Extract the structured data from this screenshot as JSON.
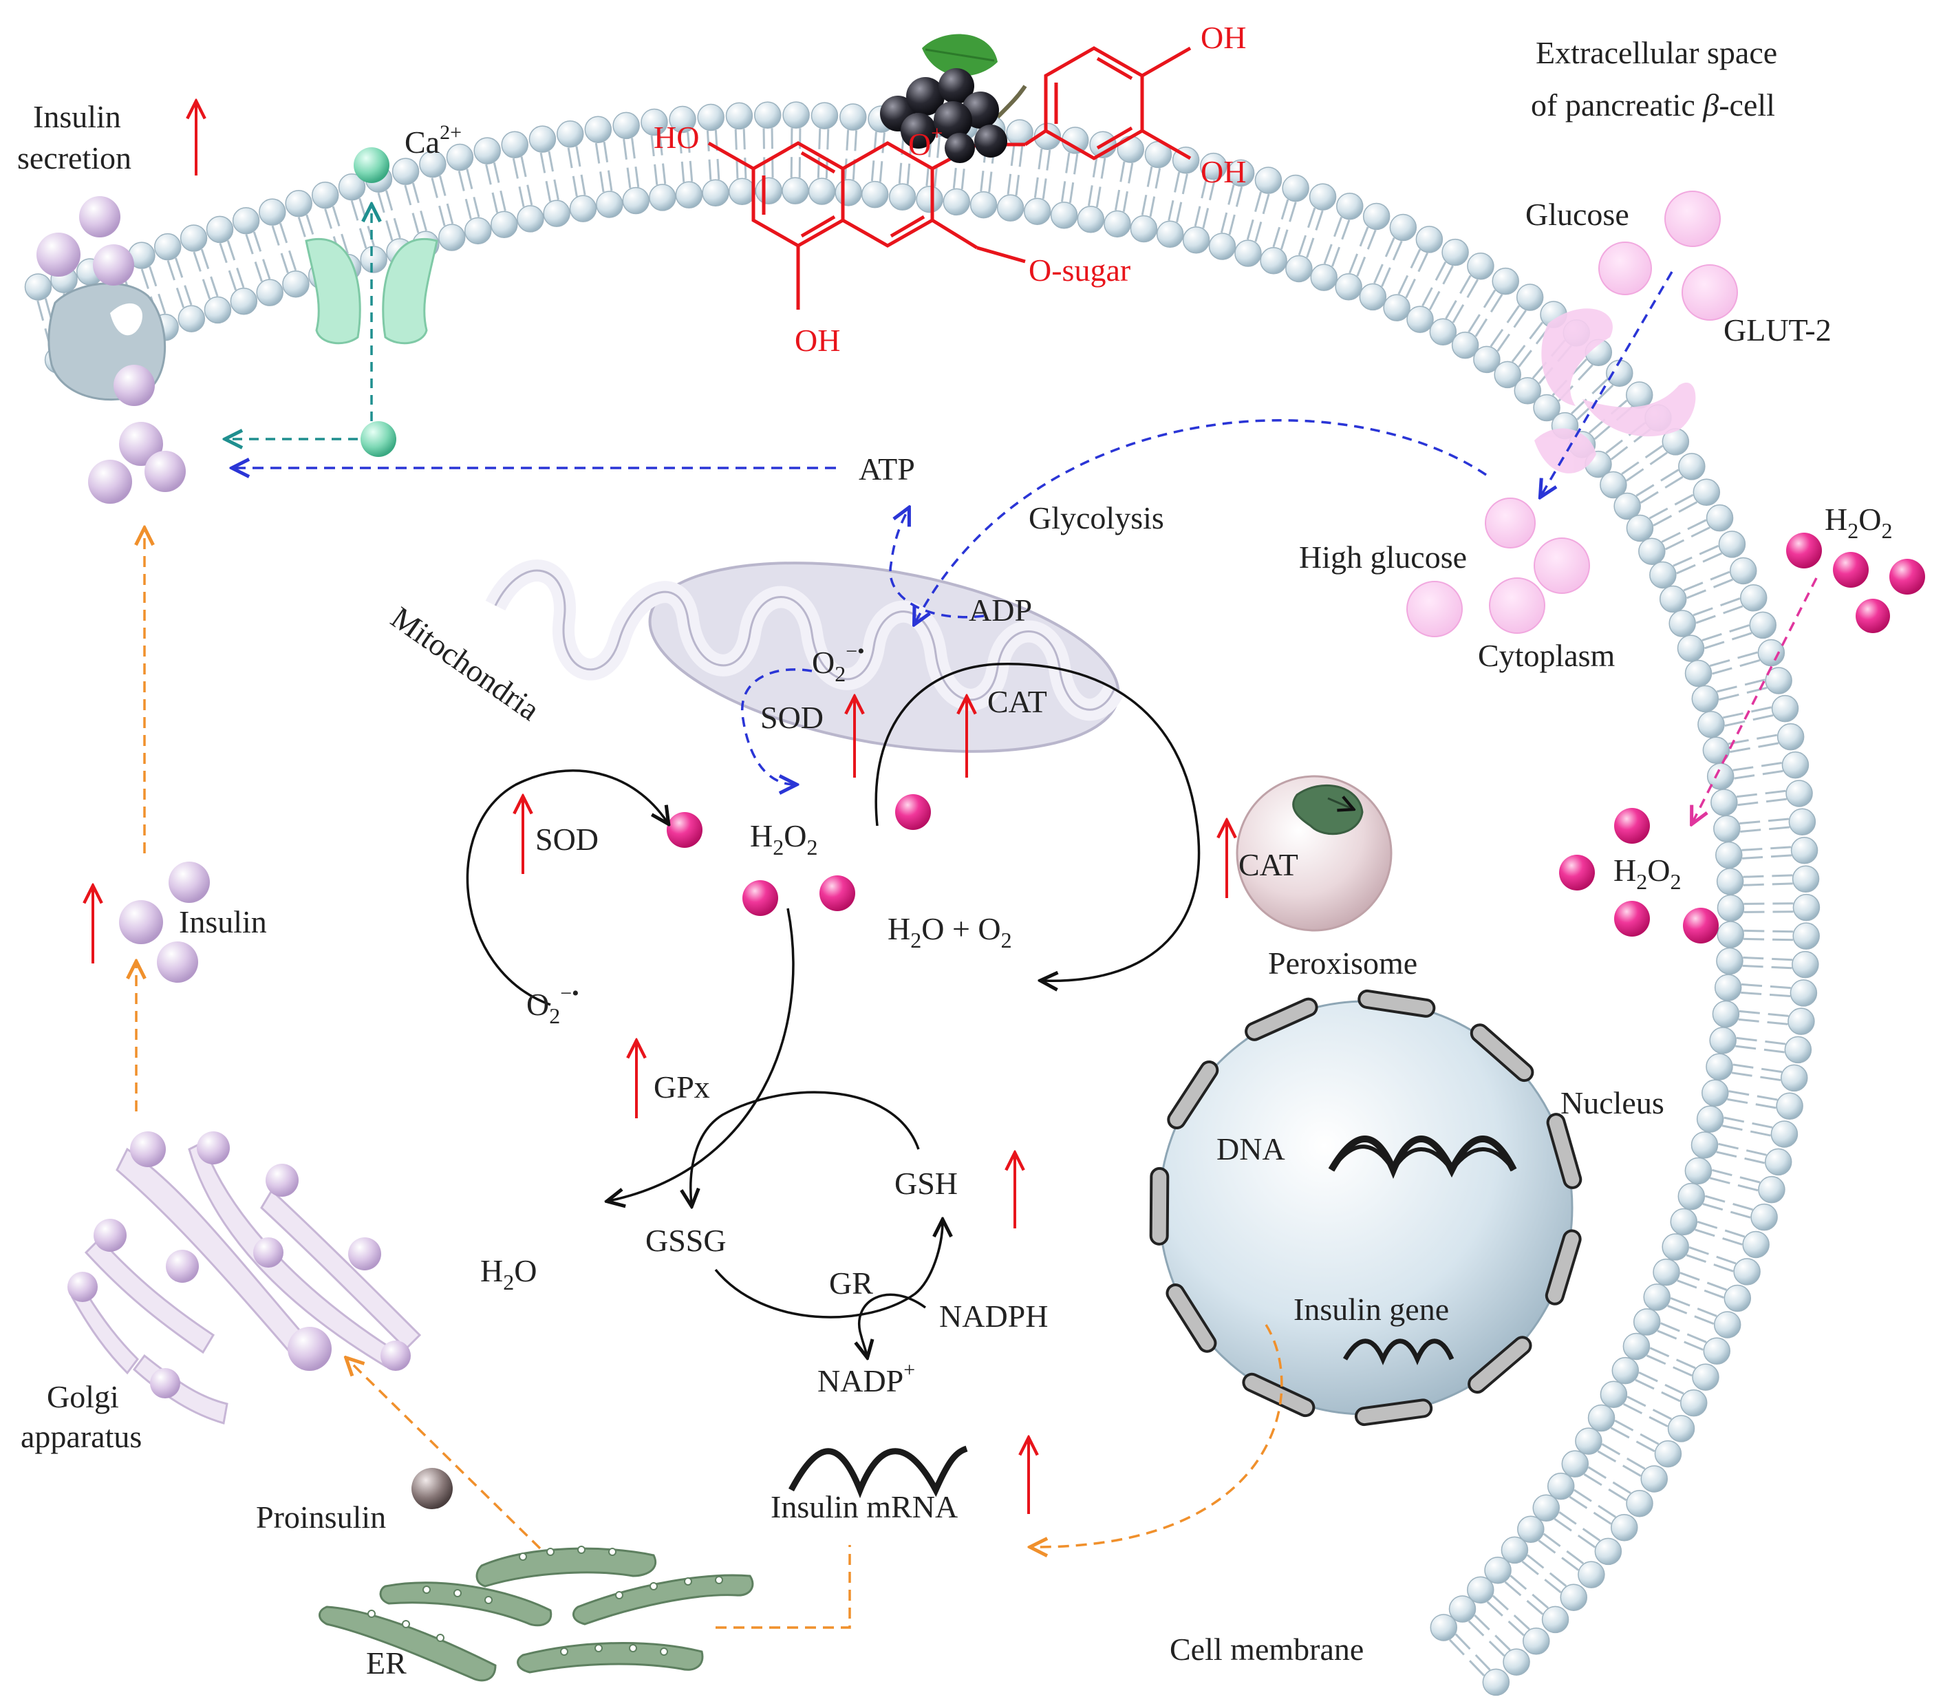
{
  "colors": {
    "membrane": "#c9dbe5",
    "membrane_dark": "#9ab3c2",
    "h2o2": "#e6157d",
    "insulin": "#cdb6dd",
    "glucose": "#f7c8ef",
    "calcium": "#6fd3ad",
    "er": "#8fae8f",
    "arrow_red": "#e8141b",
    "arrow_blue": "#2a35d6",
    "arrow_orange": "#f0902c",
    "arrow_teal": "#1f8f8f",
    "arrow_pink": "#e0359d",
    "anthocyanin": "#e8141b"
  },
  "labels": {
    "insulin_secretion_1": "Insulin",
    "insulin_secretion_2": "secretion",
    "ca": "Ca",
    "ca_charge": "2+",
    "extracellular_1": "Extracellular space",
    "extracellular_2a": "of pancreatic ",
    "extracellular_2b": "β",
    "extracellular_2c": "-cell",
    "glucose": "Glucose",
    "glut2": "GLUT-2",
    "atp": "ATP",
    "glycolysis": "Glycolysis",
    "adp": "ADP",
    "high_glucose": "High glucose",
    "cytoplasm": "Cytoplasm",
    "mitochondria": "Mitochondria",
    "o2_radical": "O",
    "o2_sub": "2",
    "o2_sup": "−•",
    "sod": "SOD",
    "cat": "CAT",
    "h2o2_h": "H",
    "h2o2_sub": "2",
    "h2o2_o": "O",
    "h2o_o2_a": "H",
    "h2o_o2_b": "O + O",
    "peroxisome": "Peroxisome",
    "gpx": "GPx",
    "gsh": "GSH",
    "gssg": "GSSG",
    "gr": "GR",
    "nadph": "NADPH",
    "nadp": "NADP",
    "nadp_sup": "+",
    "h2o_a": "H",
    "h2o_b": "O",
    "insulin": "Insulin",
    "golgi_1": "Golgi",
    "golgi_2": "apparatus",
    "proinsulin": "Proinsulin",
    "er": "ER",
    "insulin_mrna": "Insulin mRNA",
    "nucleus": "Nucleus",
    "dna": "DNA",
    "insulin_gene": "Insulin gene",
    "cell_membrane": "Cell membrane",
    "ho_left": "HO",
    "oh_top": "OH",
    "oh_right": "OH",
    "oh_bottom": "OH",
    "o_sugar": "O-sugar",
    "o_plus": "O",
    "o_plus_sup": "+"
  }
}
